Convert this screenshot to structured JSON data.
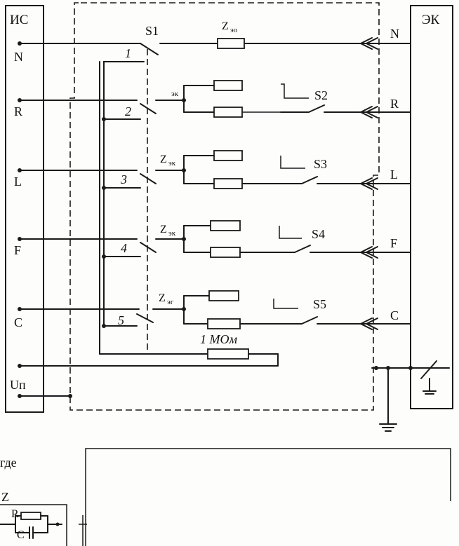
{
  "blocks": {
    "left_title": "ИС",
    "right_title": "ЭК"
  },
  "left_terminals": [
    "N",
    "R",
    "L",
    "F",
    "C",
    "Uп"
  ],
  "right_terminals": [
    "N",
    "R",
    "L",
    "F",
    "C"
  ],
  "switches": [
    "S1",
    "S2",
    "S3",
    "S4",
    "S5"
  ],
  "switch_positions": [
    "1",
    "2",
    "3",
    "4",
    "5"
  ],
  "impedances": {
    "z_main": "Z",
    "z_n_sub": "эо",
    "z_row_sub": [
      "эк",
      "эк",
      "эк",
      "эг"
    ],
    "z_row_marks": [
      "эк",
      "",
      "эк",
      "эг"
    ]
  },
  "resistor_1mohm": "1 МОм",
  "legend": {
    "where": "где",
    "z": "Z",
    "r": "R",
    "c": "C"
  }
}
